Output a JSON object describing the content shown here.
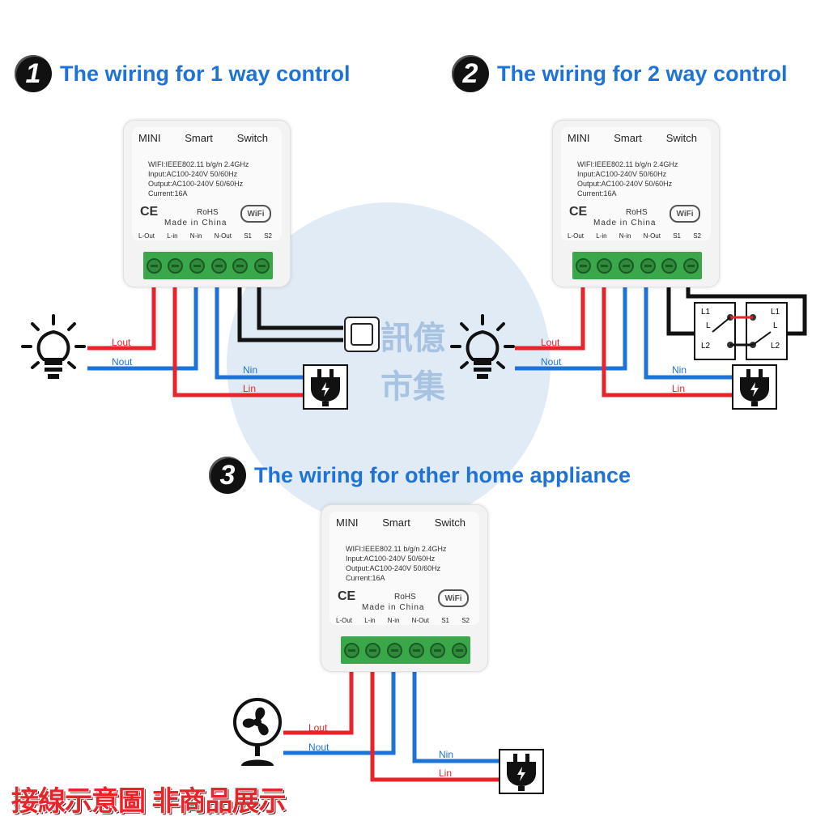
{
  "titles": {
    "t1_num": "1",
    "t1": "The wiring for 1 way control",
    "t2_num": "2",
    "t2": "The wiring for 2 way control",
    "t3_num": "3",
    "t3": "The wiring for other home appliance"
  },
  "device": {
    "mini": "MINI",
    "smart": "Smart",
    "switch": "Switch",
    "spec1": "WIFI:IEEE802.11 b/g/n 2.4GHz",
    "spec2": "Input:AC100-240V 50/60Hz",
    "spec3": "Output:AC100-240V 50/60Hz",
    "spec4": "Current:16A",
    "ce": "CE",
    "rohs": "RoHS",
    "made": "Made in China",
    "wifi": "WiFi",
    "terminals": [
      "L-Out",
      "L-in",
      "N-in",
      "N-Out",
      "S1",
      "S2"
    ]
  },
  "wires": {
    "lout": "Lout",
    "nout": "Nout",
    "nin": "Nin",
    "lin": "Lin"
  },
  "switch2": {
    "l1": "L1",
    "l": "L",
    "l2": "L2"
  },
  "watermark": {
    "line1": "訊億",
    "line2": "市集"
  },
  "footer": "接線示意圖 非商品展示",
  "colors": {
    "live": "#e8232a",
    "neutral": "#1e73d6",
    "switch_wire": "#111111",
    "title": "#1e73d6"
  },
  "icons": [
    "bulb-icon",
    "plug-icon",
    "wall-switch-icon",
    "fan-icon"
  ]
}
